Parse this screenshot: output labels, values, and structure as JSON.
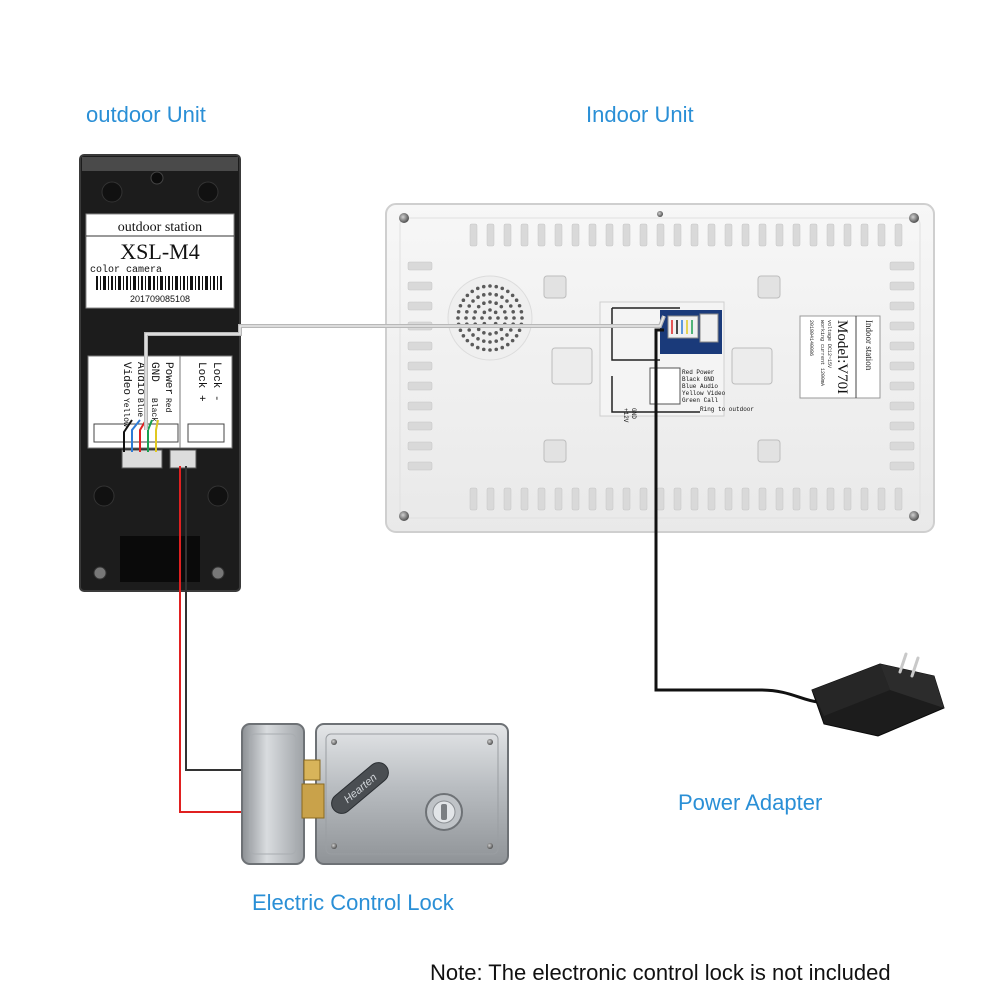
{
  "captions": {
    "outdoor_unit": "outdoor Unit",
    "indoor_unit": "Indoor Unit",
    "power_adapter": "Power Adapter",
    "electric_lock": "Electric Control Lock",
    "note": "Note:  The electronic control lock is not included"
  },
  "outdoor_label": {
    "station": "outdoor station",
    "model": "XSL-M4",
    "camera": "color camera",
    "serial": "201709085108"
  },
  "outdoor_terminals": {
    "lock_minus": "Lock -",
    "lock_plus": "Lock +",
    "power": "Power",
    "red": "Red",
    "gnd": "GND",
    "black": "Black",
    "audio": "Audio",
    "blue": "Blue",
    "video": "Video",
    "yellow": "Yellow"
  },
  "indoor_label": {
    "station": "Indoor station",
    "model": "Model:V70I",
    "spec1": "voltage DC12~15V",
    "spec2": "working current 1200mA",
    "serial": "201804140086"
  },
  "indoor_terminals": {
    "red_power": "Red  Power",
    "black_gnd": "Black  GND",
    "blue_audio": "Blue  Audio",
    "yellow_video": "Yellow  Video",
    "green_call": "Green  Call",
    "gnd": "GND",
    "v12": "+12V",
    "ring": "Ring to outdoor"
  },
  "lock_brand": "Hearten",
  "colors": {
    "caption": "#2a8fd6",
    "wire_red": "#e02020",
    "wire_black": "#111111",
    "wire_gray": "#b8b8b8"
  }
}
